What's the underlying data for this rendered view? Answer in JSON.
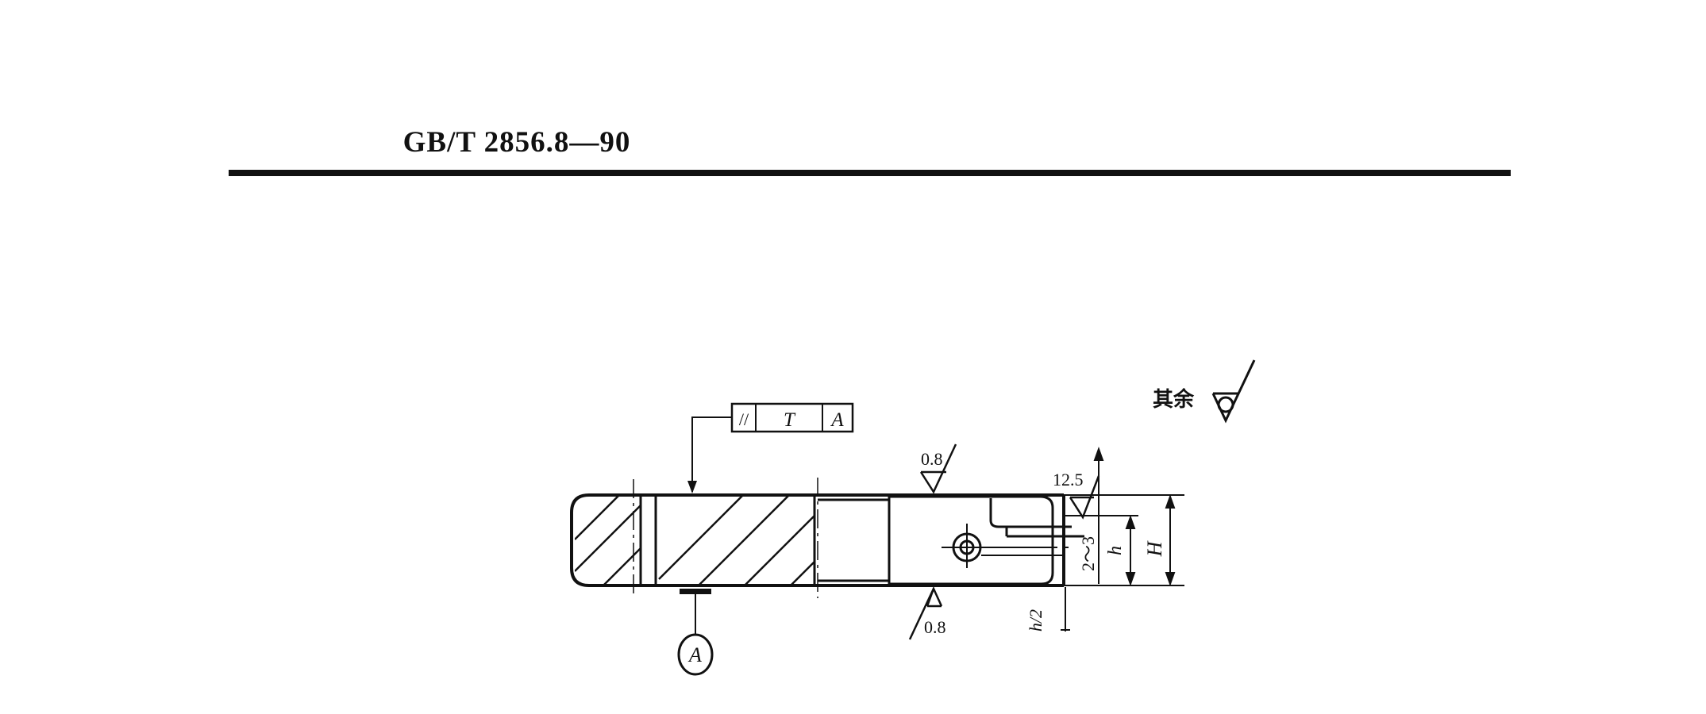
{
  "header": {
    "document_code": "GB/T  2856.8—90"
  },
  "drawing": {
    "remaining_roughness_label": "其余",
    "tolerance_frame": {
      "symbol": "//",
      "tolerance": "T",
      "datum": "A"
    },
    "datum_label": "A",
    "roughness_top": "0.8",
    "roughness_bottom": "0.8",
    "roughness_slot": "12.5",
    "dim_height_total": "H",
    "dim_height_h": "h",
    "dim_range": "2～3",
    "dim_half_h": "h/2"
  }
}
